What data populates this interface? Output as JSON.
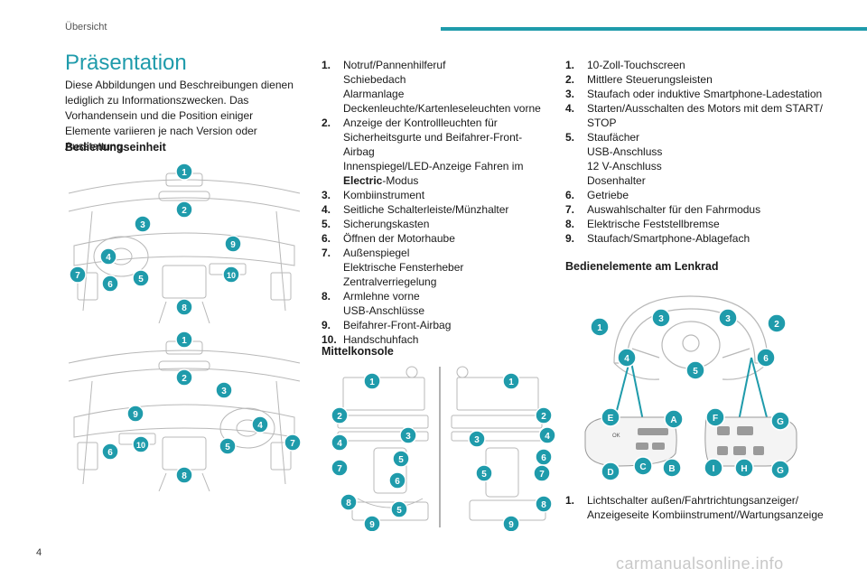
{
  "header": {
    "section": "Übersicht"
  },
  "title": "Präsentation",
  "intro": "Diese Abbildungen und Beschreibungen dienen lediglich zu Informationszwecken. Das Vorhandensein und die Position einiger Elemente variieren je nach Version oder Ausstattung.",
  "subheads": {
    "bedienungseinheit": "Bedienungseinheit",
    "mittelkonsole": "Mittelkonsole",
    "lenkrad": "Bedienelemente am Lenkrad"
  },
  "list1": [
    {
      "n": "1.",
      "lines": [
        "Notruf/Pannenhilferuf",
        "Schiebedach",
        "Alarmanlage",
        "Deckenleuchte/Kartenleseleuchten vorne"
      ]
    },
    {
      "n": "2.",
      "lines": [
        "Anzeige der Kontrollleuchten für",
        "Sicherheitsgurte und Beifahrer-Front-Airbag",
        "Innenspiegel/LED-Anzeige Fahren im"
      ],
      "bold": "Electric",
      "tail": "-Modus"
    },
    {
      "n": "3.",
      "lines": [
        "Kombiinstrument"
      ]
    },
    {
      "n": "4.",
      "lines": [
        "Seitliche Schalterleiste/Münzhalter"
      ]
    },
    {
      "n": "5.",
      "lines": [
        "Sicherungskasten"
      ]
    },
    {
      "n": "6.",
      "lines": [
        "Öffnen der Motorhaube"
      ]
    },
    {
      "n": "7.",
      "lines": [
        "Außenspiegel",
        "Elektrische Fensterheber",
        "Zentralverriegelung"
      ]
    },
    {
      "n": "8.",
      "lines": [
        "Armlehne vorne",
        "USB-Anschlüsse"
      ]
    },
    {
      "n": "9.",
      "lines": [
        "Beifahrer-Front-Airbag"
      ]
    },
    {
      "n": "10.",
      "lines": [
        "Handschuhfach"
      ]
    }
  ],
  "list2": [
    {
      "n": "1.",
      "lines": [
        "10-Zoll-Touchscreen"
      ]
    },
    {
      "n": "2.",
      "lines": [
        "Mittlere Steuerungsleisten"
      ]
    },
    {
      "n": "3.",
      "lines": [
        "Staufach oder induktive Smartphone-Ladestation"
      ]
    },
    {
      "n": "4.",
      "lines": [
        "Starten/Ausschalten des Motors mit dem START/",
        "STOP"
      ]
    },
    {
      "n": "5.",
      "lines": [
        "Staufächer",
        "USB-Anschluss",
        "12 V-Anschluss",
        "Dosenhalter"
      ]
    },
    {
      "n": "6.",
      "lines": [
        "Getriebe"
      ]
    },
    {
      "n": "7.",
      "lines": [
        "Auswahlschalter für den Fahrmodus"
      ]
    },
    {
      "n": "8.",
      "lines": [
        "Elektrische Feststellbremse"
      ]
    },
    {
      "n": "9.",
      "lines": [
        "Staufach/Smartphone-Ablagefach"
      ]
    }
  ],
  "list3": [
    {
      "n": "1.",
      "lines": [
        "Lichtschalter außen/Fahrtrichtungsanzeiger/",
        "Anzeigeseite Kombiinstrument//Wartungsanzeige"
      ]
    }
  ],
  "figure_callouts": {
    "dash_lhd": [
      "1",
      "2",
      "3",
      "4",
      "5",
      "6",
      "7",
      "8",
      "9",
      "10"
    ],
    "dash_rhd": [
      "1",
      "2",
      "3",
      "4",
      "5",
      "6",
      "7",
      "8",
      "9",
      "10"
    ],
    "console_left": [
      "1",
      "2",
      "3",
      "4",
      "5",
      "6",
      "7",
      "8",
      "9",
      "5"
    ],
    "console_right": [
      "1",
      "2",
      "3",
      "4",
      "5",
      "6",
      "7",
      "8",
      "9"
    ],
    "wheel": [
      "1",
      "2",
      "3",
      "3",
      "4",
      "5",
      "6"
    ],
    "left_pod": [
      "E",
      "A",
      "D",
      "C",
      "B"
    ],
    "right_pod": [
      "F",
      "G",
      "I",
      "H",
      "G"
    ]
  },
  "pod_labels": {
    "ok": "OK"
  },
  "colors": {
    "accent": "#1f9bab",
    "callout": "#1f9bab"
  },
  "page_number": "4",
  "watermark": "carmanualsonline.info"
}
